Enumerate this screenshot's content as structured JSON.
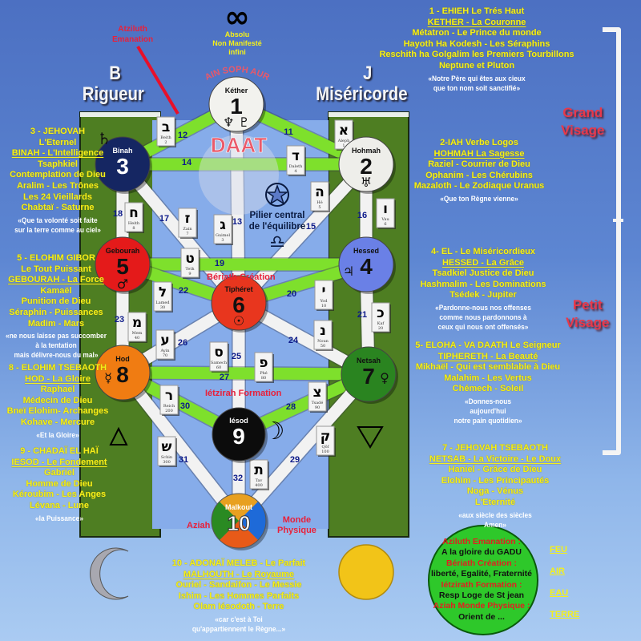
{
  "header": {
    "infinity_symbol": "∞",
    "absolu": [
      "Absolu",
      "Non Manifesté",
      "infini"
    ],
    "ain_soph_aur": "AIN SOPH AUR",
    "atziluth": [
      "Atziluth",
      "Emanation"
    ],
    "left_pillar": {
      "letter": "B",
      "label": "Rigueur"
    },
    "right_pillar": {
      "letter": "J",
      "label": "Miséricorde"
    }
  },
  "visages": {
    "grand": [
      "Grand",
      "Visage"
    ],
    "petit": [
      "Petit",
      "Visage"
    ]
  },
  "daat": "DAAT",
  "central_pillar": [
    "Pilier central",
    "de l'équilibre"
  ],
  "worlds_labels": {
    "beriath": "Bériath Création",
    "ietzirah": "Iétzirah Formation",
    "aziah": "Aziah",
    "monde_physique": [
      "Monde",
      "Physique"
    ]
  },
  "sephiroth": [
    {
      "id": "kether",
      "name": "Kéther",
      "number": "1",
      "color": "#f2f2ee",
      "text": "#111",
      "symbol": "♆ ♇"
    },
    {
      "id": "hohmah",
      "name": "Hohmah",
      "number": "2",
      "color": "#eeeeea",
      "text": "#111",
      "symbol": "♅"
    },
    {
      "id": "binah",
      "name": "Binah",
      "number": "3",
      "color": "#152662",
      "text": "#fff",
      "symbol": ""
    },
    {
      "id": "hessed",
      "name": "Hessed",
      "number": "4",
      "color": "#6a80e6",
      "text": "#111",
      "symbol": "♃"
    },
    {
      "id": "gebourah",
      "name": "Gebourah",
      "number": "5",
      "color": "#e41a1a",
      "text": "#111",
      "symbol": "♂"
    },
    {
      "id": "tiphereth",
      "name": "Tiphéret",
      "number": "6",
      "color": "#e8361e",
      "text": "#111",
      "symbol": "☉"
    },
    {
      "id": "netsah",
      "name": "Netsah",
      "number": "7",
      "color": "#2a8420",
      "text": "#111",
      "symbol": "♀"
    },
    {
      "id": "hod",
      "name": "Hod",
      "number": "8",
      "color": "#f07c12",
      "text": "#111",
      "symbol": "☿"
    },
    {
      "id": "iesod",
      "name": "Iésod",
      "number": "9",
      "color": "#0c0c0c",
      "text": "#fff",
      "symbol": "☽"
    },
    {
      "id": "malkout",
      "name": "Malkout",
      "number": "10",
      "color": "multi",
      "text": "#fff",
      "symbol": ""
    }
  ],
  "saturn_symbol": "♄",
  "paths": [
    {
      "n": "11",
      "letter": "א",
      "name": "Aleph",
      "value": "1"
    },
    {
      "n": "12",
      "letter": "ב",
      "name": "Beith",
      "value": "2"
    },
    {
      "n": "13",
      "letter": "ג",
      "name": "Guimel",
      "value": "3"
    },
    {
      "n": "14",
      "letter": "ד",
      "name": "Daleth",
      "value": "4"
    },
    {
      "n": "15",
      "letter": "ה",
      "name": "Hé",
      "value": "5"
    },
    {
      "n": "16",
      "letter": "ו",
      "name": "Vau",
      "value": "6"
    },
    {
      "n": "17",
      "letter": "ז",
      "name": "Zain",
      "value": "7"
    },
    {
      "n": "18",
      "letter": "ח",
      "name": "Heith",
      "value": "8"
    },
    {
      "n": "19",
      "letter": "ט",
      "name": "Teth",
      "value": "9"
    },
    {
      "n": "20",
      "letter": "י",
      "name": "Yod",
      "value": "10"
    },
    {
      "n": "21",
      "letter": "כ",
      "name": "Kaf",
      "value": "20"
    },
    {
      "n": "22",
      "letter": "ל",
      "name": "Lamed",
      "value": "30"
    },
    {
      "n": "23",
      "letter": "מ",
      "name": "Mem",
      "value": "40"
    },
    {
      "n": "24",
      "letter": "נ",
      "name": "Noun",
      "value": "50"
    },
    {
      "n": "25",
      "letter": "ס",
      "name": "Samech",
      "value": "60"
    },
    {
      "n": "26",
      "letter": "ע",
      "name": "Ayin",
      "value": "70"
    },
    {
      "n": "27",
      "letter": "פ",
      "name": "Phé",
      "value": "80"
    },
    {
      "n": "28",
      "letter": "צ",
      "name": "Tsadé",
      "value": "90"
    },
    {
      "n": "29",
      "letter": "ק",
      "name": "Qôf",
      "value": "100"
    },
    {
      "n": "30",
      "letter": "ר",
      "name": "Reich",
      "value": "200"
    },
    {
      "n": "31",
      "letter": "ש",
      "name": "Schin",
      "value": "300"
    },
    {
      "n": "32",
      "letter": "ת",
      "name": "Tav",
      "value": "400"
    }
  ],
  "text_blocks": [
    {
      "id": "kether",
      "lines": [
        "1 - EHIEH Le Trés Haut",
        "KETHER - La Couronne",
        "Métatron - Le Prince du monde",
        "Hayoth Ha Kodesh - Les Séraphins",
        "Reschith ha Golgalim les Premiers Tourbillons",
        "Neptune et Pluton"
      ],
      "underline": 1,
      "quote": [
        "«Notre Père qui êtes aux cieux",
        "que ton nom soit sanctifié»"
      ]
    },
    {
      "id": "hohmah",
      "lines": [
        "2-IAH Verbe Logos",
        "HOHMAH La Sagesse",
        "Raziel - Courrier de Dieu",
        "Ophanim - Les Chérubins",
        "Mazaloth - Le Zodiaque Uranus"
      ],
      "underline": 1,
      "quote": [
        "«Que ton Règne vienne»"
      ]
    },
    {
      "id": "binah",
      "lines": [
        "3 - JEHOVAH",
        "L'Eternel",
        "BINAH - L'Intelligence",
        "Tsaphkiel",
        "Contemplation de Dieu",
        "Aralim - Les Trônes",
        "Les 24 Vieillards",
        "Chabtaï - Saturne"
      ],
      "underline": 2,
      "quote": [
        "«Que ta volonté soit faite",
        "sur la terre comme au ciel»"
      ]
    },
    {
      "id": "gebourah",
      "lines": [
        "5 - ELOHIM GIBOR",
        "Le Tout Puissant",
        "GEBOURAH - La Force",
        "Kamaël",
        "Punition de Dieu",
        "Séraphin -  Puissances",
        "Madim - Mars"
      ],
      "underline": 2,
      "quote": [
        "«ne nous laisse pas succomber",
        "à la tentation",
        "mais délivre-nous du mal»"
      ]
    },
    {
      "id": "hod",
      "lines": [
        "8 - ELOHIM TSEBAOTH",
        "HOD - La Gloire",
        "Raphael",
        "Médecin de Dieu",
        "Bneï Elohim- Archanges",
        "Kohave - Mercure"
      ],
      "underline": 1,
      "quote": [
        "«Et la Gloire»"
      ]
    },
    {
      "id": "iesod",
      "lines": [
        "9 - CHADAÏ EL HAÏ",
        "IESOD - Le Fondement",
        "Gabriel",
        "Homme de Dieu",
        "Kéroubim - Les Anges",
        "Lévana - Lune"
      ],
      "underline": 1,
      "quote": [
        "«la Puissance»"
      ]
    },
    {
      "id": "hessed",
      "lines": [
        "4- EL - Le Miséricordieux",
        "HESSED - La Grâce",
        "Tsadkiel Justice de Dieu",
        "Hashmalim - Les Dominations",
        "Tsédek - Jupiter"
      ],
      "underline": 1,
      "quote": [
        "«Pardonne-nous nos offenses",
        "comme nous pardonnons à",
        "ceux qui nous ont offensés»"
      ]
    },
    {
      "id": "tiphereth",
      "lines": [
        "5- ELOHA - VA DAATH Le Seigneur",
        "TIPHERETH - La Beauté",
        "Mikhaël - Qui est semblable à Dieu",
        "Malahim - Les Vertus",
        "Chémech - Soleil"
      ],
      "underline": 1,
      "quote": [
        "«Donnes-nous",
        "aujourd'hui",
        "notre pain quotidien»"
      ]
    },
    {
      "id": "netsah",
      "lines": [
        "7 - JEHOVAH TSEBAOTH",
        "NETSAB - La Victoire - Le Doux",
        "Haniel - Grâce de Dieu",
        "Elohim - Les Principautés",
        "Noga - Vénus",
        "L'Eternité"
      ],
      "underline": 1,
      "quote": [
        "«aux siècle des siècles",
        "Amen»"
      ]
    },
    {
      "id": "malkout",
      "lines": [
        "10 - ADONAÏ MELEB - Le Parfait",
        "MALHOUTH - Le Royaume",
        "Ouriel - Sandaifon - Le Messie",
        "Ishim - Les Hommes Parfaits",
        "Olam Iésodoth - Terre"
      ],
      "underline": 1,
      "quote": [
        "«car c'est à Toi",
        "qu'appartiennent le Règne...»"
      ]
    }
  ],
  "worlds_circle": [
    {
      "label": "Aziluth Emanation :",
      "value": "A la gloire du GADU"
    },
    {
      "label": "Bériath Création :",
      "value": "liberté, Egalité, Fraternité"
    },
    {
      "label": "Iétzirath Formation :",
      "value": "Resp Loge de St jean"
    },
    {
      "label": "Aziah Monde Physique :",
      "value": "Orient de ..."
    }
  ],
  "elements": [
    "FEU",
    "AIR",
    "EAU",
    "TERRE"
  ],
  "colors": {
    "yellow_text": "#f4f01a",
    "path_green": "#7ee02c",
    "path_white": "#f2f2f2",
    "pillar_green": "#4e7e22",
    "red_label": "#e8203a"
  }
}
